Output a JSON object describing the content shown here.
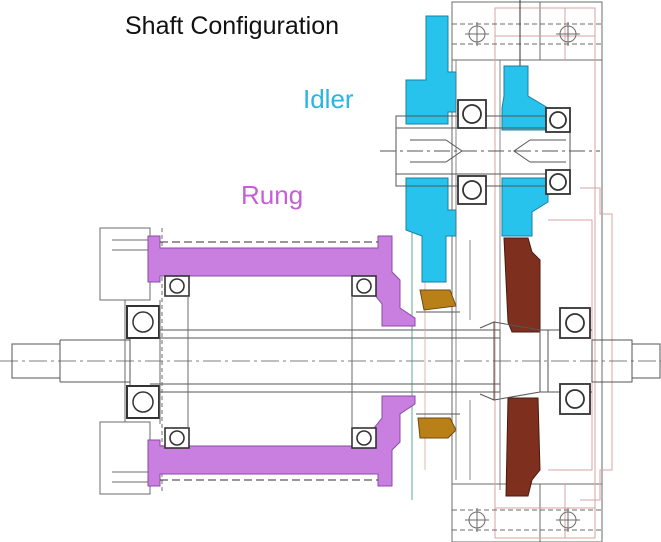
{
  "title": "Shaft Configuration",
  "labels": {
    "idler": "Idler",
    "rung": "Rung"
  },
  "colors": {
    "idler": "#27c3ec",
    "rung": "#c97fe0",
    "gear_dark": "#7e2f1e",
    "gear_bronze": "#b98018",
    "line_gray": "#6b6b6b",
    "line_pink": "#d9a3a3",
    "bearing_dark": "#333333",
    "center_line": "#2d9a6a"
  }
}
